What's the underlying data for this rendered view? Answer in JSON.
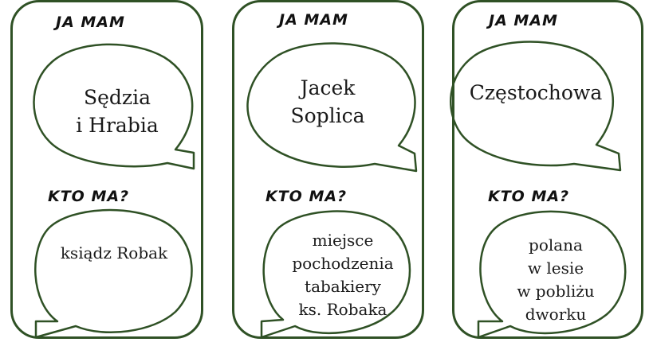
{
  "cards": [
    {
      "have_heading": "JA MAM",
      "have_lines": [
        "Sędzia",
        "i Hrabia"
      ],
      "ask_heading": "KTO MA?",
      "ask_lines": [
        "ksiądz Robak"
      ]
    },
    {
      "have_heading": "JA MAM",
      "have_lines": [
        "Jacek",
        "Soplica"
      ],
      "ask_heading": "KTO MA?",
      "ask_lines": [
        "miejsce",
        "pochodzenia",
        "tabakiery",
        "ks. Robaka"
      ]
    },
    {
      "have_heading": "JA MAM",
      "have_lines": [
        "Częstochowa"
      ],
      "ask_heading": "KTO MA?",
      "ask_lines": [
        "polana",
        "w lesie",
        "w pobliżu",
        "dworku"
      ]
    }
  ],
  "colors": {
    "border": "#2f5125",
    "text": "#1a1a1a"
  }
}
